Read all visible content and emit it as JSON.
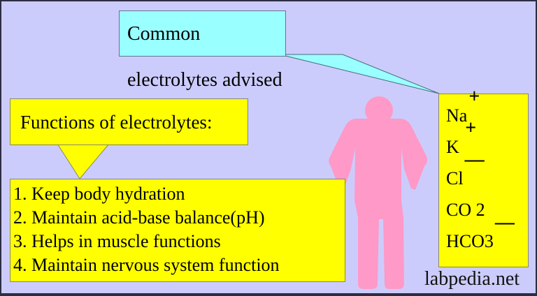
{
  "colors": {
    "background": "#ccccfc",
    "callout_yellow": "#ffff00",
    "callout_cyan": "#99ffff",
    "figure_pink": "#ff99c8",
    "text": "#000000"
  },
  "callouts": {
    "electrolytes_title": "Common electrolytes advised",
    "functions_title": "Functions of electrolytes:"
  },
  "functions": [
    "1. Keep body hydration",
    "2. Maintain acid-base balance(pH)",
    "3. Helps in muscle functions",
    "4. Maintain nervous system function"
  ],
  "electrolytes": [
    {
      "symbol": "Na",
      "charge": "+"
    },
    {
      "symbol": "K ",
      "charge": "+"
    },
    {
      "symbol": "Cl",
      "charge": "—"
    },
    {
      "symbol": "CO 2",
      "charge": ""
    },
    {
      "symbol": "HCO3",
      "charge": "—"
    }
  ],
  "figure_icon": "person-standing-hands-on-hips-icon",
  "watermark": "labpedia.net"
}
